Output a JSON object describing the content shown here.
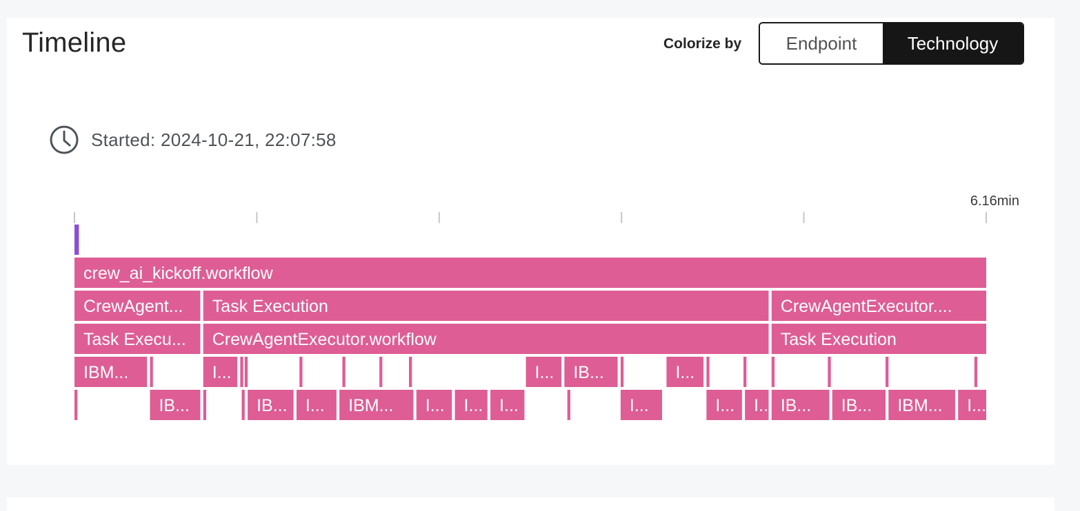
{
  "title": "Timeline",
  "colorize": {
    "label": "Colorize by",
    "options": [
      "Endpoint",
      "Technology"
    ],
    "selected": "Technology"
  },
  "started": {
    "icon": "clock-icon",
    "text": "Started: 2024-10-21, 22:07:58"
  },
  "timeline": {
    "duration_label": "6.16min",
    "duration_min": 6.16,
    "tick_count": 6,
    "colors": {
      "span": "#de5d94",
      "marker": "#8a4fd6",
      "tick": "#c6c6c6"
    },
    "marker": {
      "start": 0,
      "end": 0.03
    },
    "spans": [
      {
        "row": 0,
        "start": 0,
        "end": 6.16,
        "label": "crew_ai_kickoff.workflow"
      },
      {
        "row": 1,
        "start": 0,
        "end": 0.85,
        "label": "CrewAgent..."
      },
      {
        "row": 1,
        "start": 0.87,
        "end": 4.69,
        "label": "Task Execution"
      },
      {
        "row": 1,
        "start": 4.71,
        "end": 6.16,
        "label": "CrewAgentExecutor...."
      },
      {
        "row": 2,
        "start": 0,
        "end": 0.85,
        "label": "Task Execu..."
      },
      {
        "row": 2,
        "start": 0.87,
        "end": 4.69,
        "label": "CrewAgentExecutor.workflow"
      },
      {
        "row": 2,
        "start": 4.71,
        "end": 6.16,
        "label": "Task Execution"
      },
      {
        "row": 3,
        "start": 0,
        "end": 0.49,
        "label": "IBM..."
      },
      {
        "row": 3,
        "start": 0.51,
        "end": 0.53,
        "label": ""
      },
      {
        "row": 3,
        "start": 0.87,
        "end": 1.1,
        "label": "I..."
      },
      {
        "row": 3,
        "start": 1.12,
        "end": 1.14,
        "label": ""
      },
      {
        "row": 3,
        "start": 1.15,
        "end": 1.17,
        "label": ""
      },
      {
        "row": 3,
        "start": 1.52,
        "end": 1.54,
        "label": ""
      },
      {
        "row": 3,
        "start": 1.81,
        "end": 1.83,
        "label": ""
      },
      {
        "row": 3,
        "start": 2.06,
        "end": 2.08,
        "label": ""
      },
      {
        "row": 3,
        "start": 2.26,
        "end": 2.28,
        "label": ""
      },
      {
        "row": 3,
        "start": 3.05,
        "end": 3.29,
        "label": "I..."
      },
      {
        "row": 3,
        "start": 3.31,
        "end": 3.67,
        "label": "IB..."
      },
      {
        "row": 3,
        "start": 3.69,
        "end": 3.71,
        "label": ""
      },
      {
        "row": 3,
        "start": 4.0,
        "end": 4.25,
        "label": "I..."
      },
      {
        "row": 3,
        "start": 4.27,
        "end": 4.29,
        "label": ""
      },
      {
        "row": 3,
        "start": 4.52,
        "end": 4.54,
        "label": ""
      },
      {
        "row": 3,
        "start": 4.71,
        "end": 4.73,
        "label": ""
      },
      {
        "row": 3,
        "start": 5.09,
        "end": 5.11,
        "label": ""
      },
      {
        "row": 3,
        "start": 5.48,
        "end": 5.5,
        "label": ""
      },
      {
        "row": 3,
        "start": 6.08,
        "end": 6.1,
        "label": ""
      },
      {
        "row": 4,
        "start": 0,
        "end": 0.02,
        "label": ""
      },
      {
        "row": 4,
        "start": 0.51,
        "end": 0.85,
        "label": "IB..."
      },
      {
        "row": 4,
        "start": 0.87,
        "end": 0.89,
        "label": ""
      },
      {
        "row": 4,
        "start": 1.13,
        "end": 1.15,
        "label": ""
      },
      {
        "row": 4,
        "start": 1.17,
        "end": 1.48,
        "label": "IB..."
      },
      {
        "row": 4,
        "start": 1.5,
        "end": 1.77,
        "label": "I..."
      },
      {
        "row": 4,
        "start": 1.79,
        "end": 2.29,
        "label": "IBM..."
      },
      {
        "row": 4,
        "start": 2.31,
        "end": 2.55,
        "label": "I..."
      },
      {
        "row": 4,
        "start": 2.57,
        "end": 2.79,
        "label": "I..."
      },
      {
        "row": 4,
        "start": 2.81,
        "end": 3.04,
        "label": "I..."
      },
      {
        "row": 4,
        "start": 3.33,
        "end": 3.35,
        "label": ""
      },
      {
        "row": 4,
        "start": 3.69,
        "end": 3.97,
        "label": "I..."
      },
      {
        "row": 4,
        "start": 4.27,
        "end": 4.51,
        "label": "I..."
      },
      {
        "row": 4,
        "start": 4.53,
        "end": 4.69,
        "label": "I..."
      },
      {
        "row": 4,
        "start": 4.71,
        "end": 5.1,
        "label": "IB..."
      },
      {
        "row": 4,
        "start": 5.12,
        "end": 5.48,
        "label": "IB..."
      },
      {
        "row": 4,
        "start": 5.5,
        "end": 5.95,
        "label": "IBM..."
      },
      {
        "row": 4,
        "start": 5.97,
        "end": 6.16,
        "label": "I..."
      }
    ]
  }
}
